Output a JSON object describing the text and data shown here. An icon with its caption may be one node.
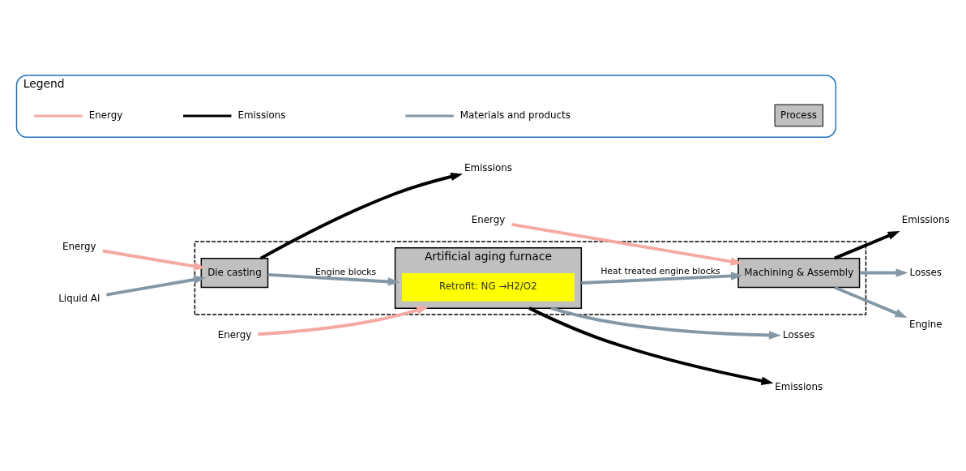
{
  "diagram": {
    "nodes": [
      {
        "text": [],
        "shape": "box"
      },
      {
        "text": [
          "Die casting"
        ],
        "in": 0
      },
      {
        "text": [
          "Artificial aging furnace"
        ],
        "in": 0
      },
      {
        "text": [
          "Retrofit: NG →H2/O2"
        ],
        "in": 2
      },
      {
        "text": [
          "Machining & Assembly"
        ],
        "in": 0
      },
      {
        "text": [
          "Energy"
        ]
      },
      {
        "text": [
          "Energy"
        ]
      },
      {
        "text": [
          "Energy"
        ]
      },
      {
        "text": [
          "Liquid Al"
        ]
      },
      {
        "text": [
          "Emissions"
        ]
      },
      {
        "text": [
          "Emissions"
        ]
      },
      {
        "text": [
          "Losses"
        ]
      },
      {
        "text": [
          "Emissions"
        ]
      },
      {
        "text": [
          "Losses"
        ]
      },
      {
        "text": [
          "Engine"
        ]
      },
      {
        "text": [
          "Legend"
        ]
      }
    ],
    "edges": [
      {
        "from": 5,
        "to": 1,
        "arrow": "to",
        "color": "#f4aaa3"
      },
      {
        "from": 8,
        "to": 1,
        "arrow": "to"
      },
      {
        "from": 1,
        "to": 2,
        "arrow": "to",
        "label": "Engine blocks"
      },
      {
        "from": 6,
        "to": 2,
        "arrow": "to",
        "color": "#f4aaa3"
      },
      {
        "from": 2,
        "to": 4,
        "arrow": "to",
        "label": "Heat treated engine blocks"
      },
      {
        "from": 7,
        "to": 4,
        "arrow": "to",
        "color": "#f4aaa3"
      },
      {
        "from": 4,
        "to": 14,
        "arrow": "to"
      },
      {
        "from": 1,
        "to": 9,
        "arrow": "to",
        "color": "#000000"
      },
      {
        "from": 2,
        "to": 10,
        "arrow": "to",
        "color": "#000000"
      },
      {
        "from": 2,
        "to": 11,
        "arrow": "to"
      },
      {
        "from": 4,
        "to": 12,
        "arrow": "to",
        "color": "#000000"
      },
      {
        "from": 4,
        "to": 13,
        "arrow": "to"
      }
    ],
    "legend": [
      {
        "text": "Energy"
      },
      {
        "text": "Emissions"
      },
      {
        "text": "Materials and products"
      },
      {
        "text": "Process",
        "color": "#c0c0c0"
      }
    ]
  }
}
